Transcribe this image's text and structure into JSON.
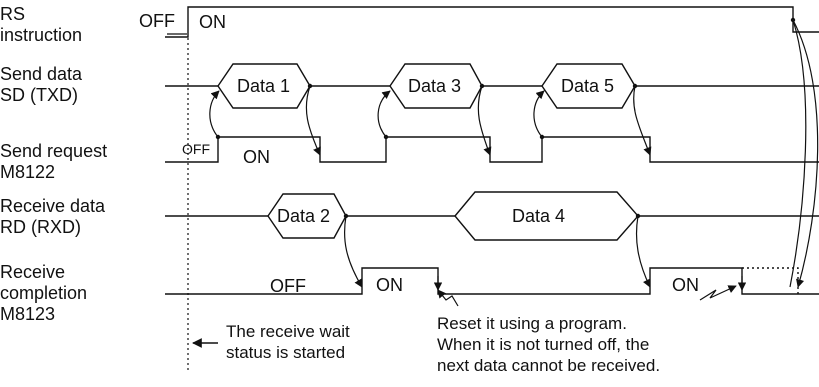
{
  "signals": {
    "rs": {
      "line1": "RS",
      "line2": "instruction",
      "off": "OFF",
      "on": "ON"
    },
    "send_data": {
      "line1": "Send data",
      "line2": "SD (TXD)",
      "packets": [
        "Data 1",
        "Data 3",
        "Data 5"
      ]
    },
    "send_request": {
      "line1": "Send request",
      "line2": "M8122",
      "off": "OFF",
      "on": "ON"
    },
    "receive_data": {
      "line1": "Receive data",
      "line2": "RD (RXD)",
      "packets": [
        "Data 2",
        "Data 4"
      ]
    },
    "receive_completion": {
      "line1": "Receive",
      "line2": "completion",
      "line3": "M8123",
      "off": "OFF",
      "on1": "ON",
      "on2": "ON"
    }
  },
  "notes": {
    "wait_start": {
      "line1": "The receive wait",
      "line2": "status is started"
    },
    "reset": {
      "line1": "Reset it using a program.",
      "line2": "When it is not turned off, the",
      "line3": "next data cannot be received."
    }
  }
}
